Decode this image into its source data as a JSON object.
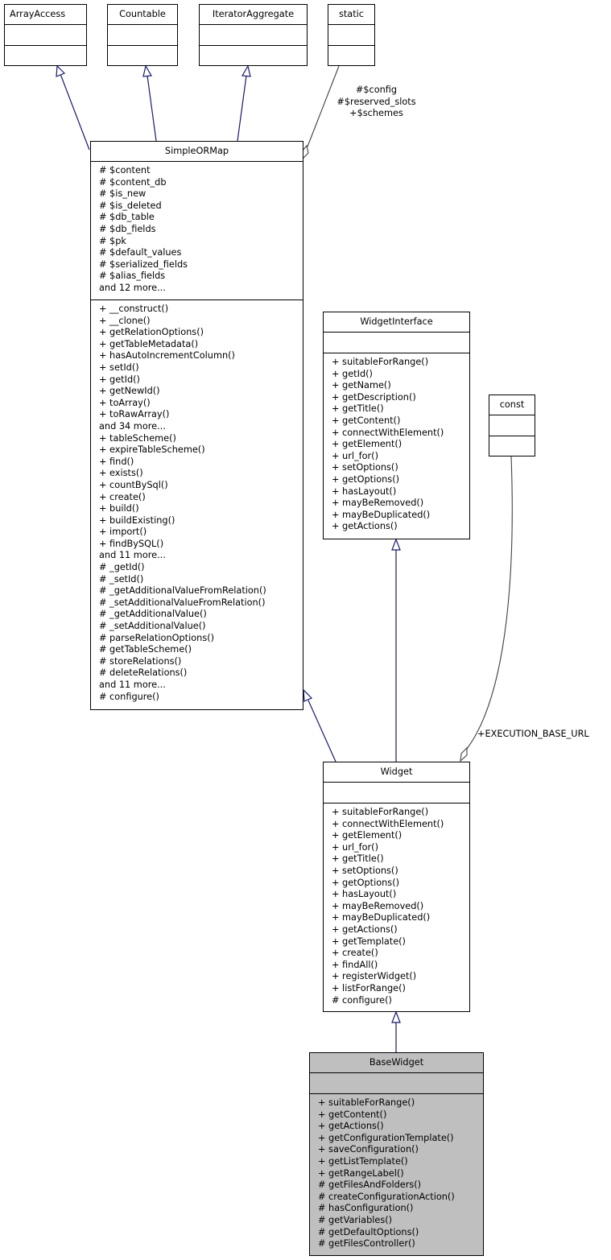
{
  "classes": {
    "array_access": {
      "name": "ArrayAccess"
    },
    "countable": {
      "name": "Countable"
    },
    "iterator_aggregate": {
      "name": "IteratorAggregate"
    },
    "static": {
      "name": "static"
    },
    "simple_orm_map": {
      "name": "SimpleORMap",
      "attributes": [
        "# $content",
        "# $content_db",
        "# $is_new",
        "# $is_deleted",
        "# $db_table",
        "# $db_fields",
        "# $pk",
        "# $default_values",
        "# $serialized_fields",
        "# $alias_fields",
        "and 12 more..."
      ],
      "methods": [
        "+ __construct()",
        "+ __clone()",
        "+ getRelationOptions()",
        "+ getTableMetadata()",
        "+ hasAutoIncrementColumn()",
        "+ setId()",
        "+ getId()",
        "+ getNewId()",
        "+ toArray()",
        "+ toRawArray()",
        "and 34 more...",
        "+ tableScheme()",
        "+ expireTableScheme()",
        "+ find()",
        "+ exists()",
        "+ countBySql()",
        "+ create()",
        "+ build()",
        "+ buildExisting()",
        "+ import()",
        "+ findBySQL()",
        "and 11 more...",
        "# _getId()",
        "# _setId()",
        "# _getAdditionalValueFromRelation()",
        "# _setAdditionalValueFromRelation()",
        "# _getAdditionalValue()",
        "# _setAdditionalValue()",
        "# parseRelationOptions()",
        "# getTableScheme()",
        "# storeRelations()",
        "# deleteRelations()",
        "and 11 more...",
        "# configure()"
      ]
    },
    "widget_interface": {
      "name": "WidgetInterface",
      "methods": [
        "+ suitableForRange()",
        "+ getId()",
        "+ getName()",
        "+ getDescription()",
        "+ getTitle()",
        "+ getContent()",
        "+ connectWithElement()",
        "+ getElement()",
        "+ url_for()",
        "+ setOptions()",
        "+ getOptions()",
        "+ hasLayout()",
        "+ mayBeRemoved()",
        "+ mayBeDuplicated()",
        "+ getActions()"
      ]
    },
    "const": {
      "name": "const"
    },
    "widget": {
      "name": "Widget",
      "methods": [
        "+ suitableForRange()",
        "+ connectWithElement()",
        "+ getElement()",
        "+ url_for()",
        "+ getTitle()",
        "+ setOptions()",
        "+ getOptions()",
        "+ hasLayout()",
        "+ mayBeRemoved()",
        "+ mayBeDuplicated()",
        "+ getActions()",
        "+ getTemplate()",
        "+ create()",
        "+ findAll()",
        "+ registerWidget()",
        "+ listForRange()",
        "# configure()"
      ]
    },
    "base_widget": {
      "name": "BaseWidget",
      "methods": [
        "+ suitableForRange()",
        "+ getContent()",
        "+ getActions()",
        "+ getConfigurationTemplate()",
        "+ saveConfiguration()",
        "+ getListTemplate()",
        "+ getRangeLabel()",
        "# getFilesAndFolders()",
        "# createConfigurationAction()",
        "# hasConfiguration()",
        "# getVariables()",
        "# getDefaultOptions()",
        "# getFilesController()"
      ]
    }
  },
  "edge_labels": {
    "static_to_orm": [
      "#$config",
      "#$reserved_slots",
      "+$schemes"
    ],
    "const_to_widget": [
      "+EXECUTION_BASE_URL"
    ]
  },
  "colors": {
    "inheritance_edge": "#191970",
    "usage_edge": "#404040",
    "highlight_fill": "#bfbfbf"
  }
}
